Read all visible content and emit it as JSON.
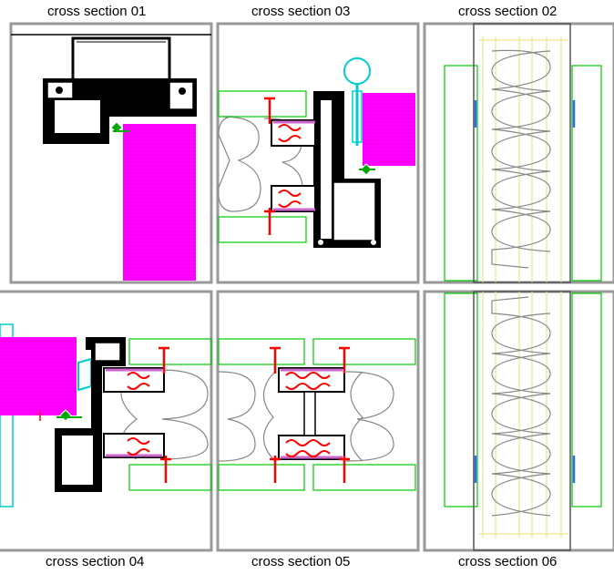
{
  "panels": [
    {
      "id": "cs01",
      "label": "cross section 01"
    },
    {
      "id": "cs03",
      "label": "cross section 03"
    },
    {
      "id": "cs02",
      "label": "cross section 02"
    },
    {
      "id": "cs04",
      "label": "cross section 04"
    },
    {
      "id": "cs05",
      "label": "cross section 05"
    },
    {
      "id": "cs06",
      "label": "cross section 06"
    }
  ],
  "colors": {
    "frame": "#999999",
    "profile": "#000000",
    "insulation": "#ff00ff",
    "gasket": "#00aa00",
    "screw": "#ff0000",
    "clip": "#00cccc",
    "wool": "#888888",
    "panel_line": "#00cc00",
    "guide": "#e8e070",
    "bracket": "#3366ff"
  }
}
